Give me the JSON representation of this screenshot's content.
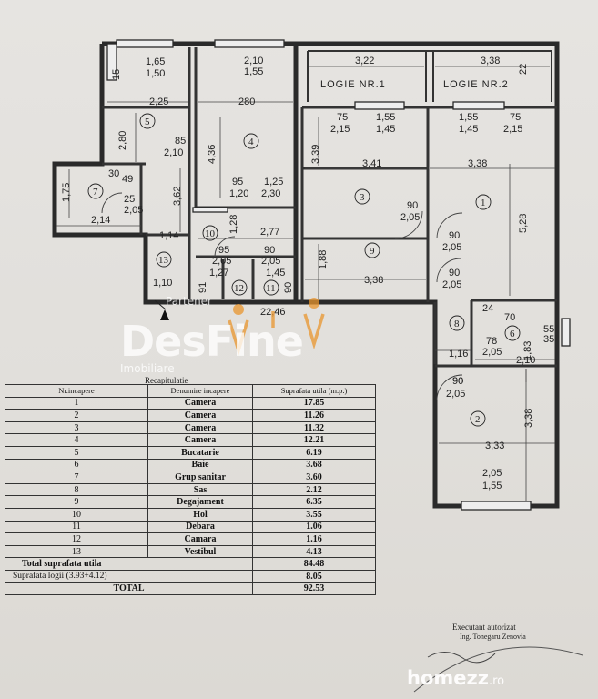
{
  "plan": {
    "logia_labels": [
      "LOGIE NR.1",
      "LOGIE NR.2"
    ],
    "room_numbers": [
      "1",
      "2",
      "3",
      "4",
      "5",
      "6",
      "7",
      "8",
      "9",
      "10",
      "11",
      "12",
      "13"
    ],
    "dimensions": {
      "top_165": "1,65",
      "top_150": "1,50",
      "top_210": "2,10",
      "top_155": "1,55",
      "top_322": "3,22",
      "top_338": "3,38",
      "top_22": "22",
      "top_15": "15",
      "d225": "2,25",
      "d280a": "2,80",
      "d280b": "280",
      "d436": "4,36",
      "d85": "85",
      "d210a": "2,10",
      "d75a": "75",
      "d215a": "2,15",
      "d155a": "1,55",
      "d145a": "1,45",
      "d155b": "1,55",
      "d145b": "1,45",
      "d75b": "75",
      "d215b": "2,15",
      "d339": "3,39",
      "d341": "3,41",
      "d338a": "3,38",
      "d30": "30",
      "d49": "49",
      "d175": "1,75",
      "d25": "25",
      "d205a": "2,05",
      "d214": "2,14",
      "d362": "3,62",
      "d95a": "95",
      "d120": "1,20",
      "d125": "1,25",
      "d230": "2,30",
      "d90a": "90",
      "d205b": "2,05",
      "d528": "5,28",
      "d114": "1,14",
      "d128": "1,28",
      "d277": "2,77",
      "d90b": "90",
      "d205c": "2,05",
      "d95b": "95",
      "d205d": "2,05",
      "d90c": "90",
      "d205e": "2,05",
      "d188": "1,88",
      "d127": "1,27",
      "d145c": "1,45",
      "d91": "91",
      "d90d": "90",
      "d338b": "3,38",
      "d90e": "90",
      "d205f": "2,05",
      "d110": "1,10",
      "d2246": "22,46",
      "d24": "24",
      "d70": "70",
      "d55": "55",
      "d35": "35",
      "d78": "78",
      "d205g": "2,05",
      "d183": "1,83",
      "d116": "1,16",
      "d210b": "2,10",
      "d90f": "90",
      "d205h": "2,05",
      "d338c": "3,38",
      "d333": "3,33",
      "d205i": "2,05",
      "d155c": "1,55"
    }
  },
  "watermark": {
    "brand": "DesFine",
    "tagline": "Imobiliare",
    "partner": "Partener",
    "site": "homezz",
    "site_tld": ".ro"
  },
  "table": {
    "title": "Recapitulatie",
    "headers": [
      "Nr.incapere",
      "Denumire incapere",
      "Suprafata utila (m.p.)"
    ],
    "rows": [
      [
        "1",
        "Camera",
        "17.85"
      ],
      [
        "2",
        "Camera",
        "11.26"
      ],
      [
        "3",
        "Camera",
        "11.32"
      ],
      [
        "4",
        "Camera",
        "12.21"
      ],
      [
        "5",
        "Bucatarie",
        "6.19"
      ],
      [
        "6",
        "Baie",
        "3.68"
      ],
      [
        "7",
        "Grup sanitar",
        "3.60"
      ],
      [
        "8",
        "Sas",
        "2.12"
      ],
      [
        "9",
        "Degajament",
        "6.35"
      ],
      [
        "10",
        "Hol",
        "3.55"
      ],
      [
        "11",
        "Debara",
        "1.06"
      ],
      [
        "12",
        "Camara",
        "1.16"
      ],
      [
        "13",
        "Vestibul",
        "4.13"
      ]
    ],
    "totals": [
      {
        "label": "Total suprafata utila",
        "value": "84.48"
      },
      {
        "label": "Suprafata logii (3.93+4.12)",
        "value": "8.05"
      },
      {
        "label": "TOTAL",
        "value": "92.53"
      }
    ]
  },
  "executant": {
    "line1": "Executant autorizat",
    "line2": "Ing. Tonegaru Zenovia"
  },
  "colors": {
    "ink": "#222222",
    "paper": "#e3e1dd",
    "watermark_orange": "#e8962e"
  }
}
